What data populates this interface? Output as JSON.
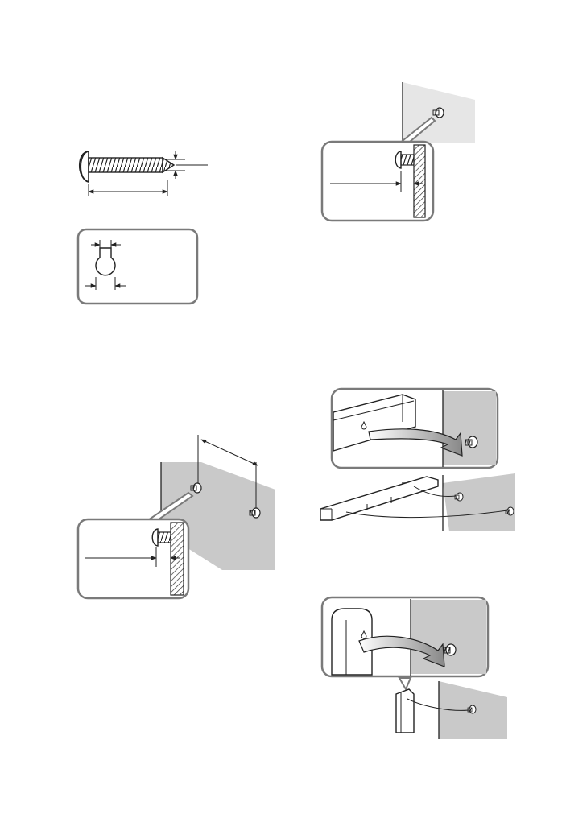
{
  "page": {
    "background": "#ffffff",
    "text_labels": []
  },
  "figures": [
    {
      "name": "screw-dimensions-figure",
      "icon": "screw-side-view"
    },
    {
      "name": "keyhole-bracket-figure",
      "icon": "keyhole-slot"
    },
    {
      "name": "screw-in-wall-figure",
      "icon": "screw-wall-section"
    },
    {
      "name": "two-screws-spacing-figure",
      "icon": "two-screw-wall"
    },
    {
      "name": "bar-speaker-hanging-figure",
      "icon": "bar-speaker-wall-mount"
    },
    {
      "name": "subwoofer-hanging-figure",
      "icon": "satellite-speaker-wall-mount"
    }
  ],
  "colors": {
    "line": "#222222",
    "callout_border": "#7a7a7a",
    "wall_light": "#e6e6e6",
    "wall_dark": "#c9c9c9"
  }
}
